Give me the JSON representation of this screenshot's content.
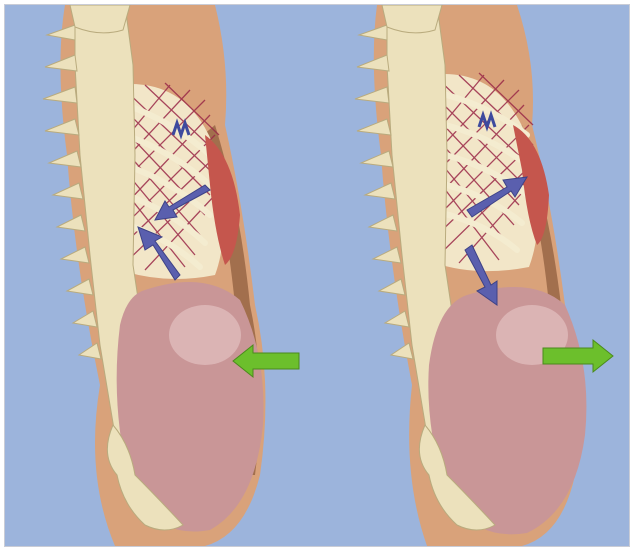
{
  "figure": {
    "background_color": "#9cb4dc",
    "panels": [
      {
        "id": "left",
        "subject": "torso-spine-ribcage-abdomen",
        "arrows": [
          {
            "color": "blue",
            "hex": "#5a5fae",
            "meaning": "rib-movement",
            "direction": "down-in"
          },
          {
            "color": "blue",
            "hex": "#5a5fae",
            "meaning": "rib-movement",
            "direction": "up-in"
          },
          {
            "color": "green",
            "hex": "#6cbf2c",
            "meaning": "abdomen-movement",
            "direction": "left"
          }
        ]
      },
      {
        "id": "right",
        "subject": "torso-spine-ribcage-abdomen",
        "arrows": [
          {
            "color": "blue",
            "hex": "#5a5fae",
            "meaning": "rib-movement",
            "direction": "up-out"
          },
          {
            "color": "blue",
            "hex": "#5a5fae",
            "meaning": "rib-movement",
            "direction": "down"
          },
          {
            "color": "green",
            "hex": "#6cbf2c",
            "meaning": "abdomen-movement",
            "direction": "right"
          }
        ]
      }
    ]
  }
}
